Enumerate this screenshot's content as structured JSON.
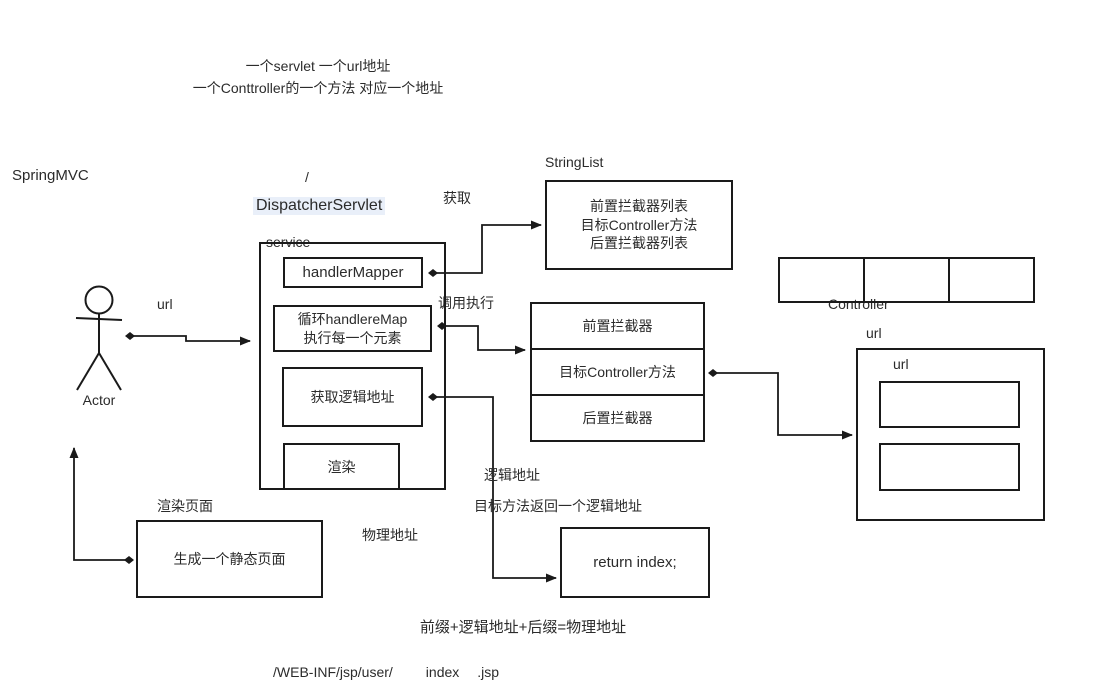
{
  "notes": {
    "top1": "一个servlet 一个url地址",
    "top2": "一个Conttroller的一个方法 对应一个地址",
    "formula": "前缀+逻辑地址+后缀=物理地址",
    "path_prefix": "/WEB-INF/jsp/user/",
    "path_logical": "index",
    "path_suffix": ".jsp"
  },
  "labels": {
    "title": "SpringMVC",
    "actor": "Actor",
    "url_actor": "url",
    "slash": "/",
    "dispatcher": "DispatcherServlet",
    "service": "service",
    "get": "获取",
    "invoke_exec": "调用执行",
    "stringlist": "StringList",
    "controller": "Controller",
    "url_outer": "url",
    "url_inner": "url",
    "render_page": "渲染页面",
    "logical_addr": "逻辑地址",
    "target_returns": "目标方法返回一个逻辑地址",
    "physical_addr": "物理地址"
  },
  "boxes": {
    "handler_mapper": "handlerMapper",
    "loop_line1": "循环handlereMap",
    "loop_line2": "执行每一个元素",
    "get_logical": "获取逻辑地址",
    "render": "渲染",
    "static_page": "生成一个静态页面",
    "return_index": "return index;",
    "stringlist_lines": [
      "前置拦截器列表",
      "目标Controller方法",
      "后置拦截器列表"
    ],
    "interceptor_cells": [
      "前置拦截器",
      "目标Controller方法",
      "后置拦截器"
    ]
  },
  "colors": {
    "stroke": "#1a1a1a",
    "text": "#2b2b2b",
    "highlight": "#e9eff9",
    "background": "#ffffff"
  }
}
